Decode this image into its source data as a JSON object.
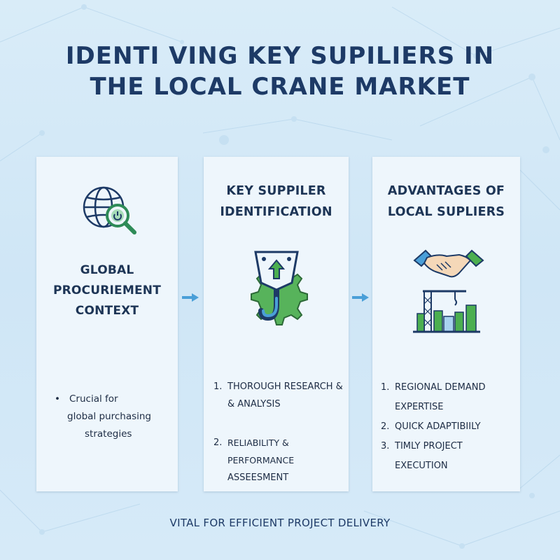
{
  "title": {
    "line1": "IDENTI VING KEY SUPILIERS IN",
    "line2": "THE LOCAL CRANE MARKET"
  },
  "panels": [
    {
      "heading": [
        "GLOBAL",
        "PROCURIEMENT",
        "CONTEXT"
      ],
      "icon": "globe-magnifier-icon",
      "bullets": [
        {
          "marker": "•",
          "lines": [
            "Crucial for",
            "global purchasing",
            "strategies"
          ]
        }
      ]
    },
    {
      "heading": [
        "KEY SUPPILER",
        "IDENTIFICATION"
      ],
      "icon": "crane-hook-gear-icon",
      "bullets": [
        {
          "marker": "1.",
          "lines": [
            "THOROUGH RESEARCH &",
            "& ANALYSIS"
          ]
        },
        {
          "marker": "2.",
          "lines": [
            "RELIABILITY & PERFORMANCE",
            "ASSEESMENT"
          ]
        }
      ]
    },
    {
      "heading": [
        "ADVANTAGES OF",
        "LOCAL SUPLIERS"
      ],
      "icon": "handshake-city-crane-icon",
      "bullets": [
        {
          "marker": "1.",
          "lines": [
            "REGIONAL DEMAND",
            "EXPERTISE"
          ]
        },
        {
          "marker": "2.",
          "lines": [
            "QUICK ADAPTIBIILY"
          ]
        },
        {
          "marker": "3.",
          "lines": [
            "TIMLY PROJECT EXECUTION"
          ]
        }
      ]
    }
  ],
  "footer": "VITAL FOR EFFICIENT PROJECT DELIVERY",
  "colors": {
    "navy": "#1d3a66",
    "green": "#4caf50",
    "blue": "#4a9fd8",
    "panel": "#eef6fc",
    "background": "#d3e8f6"
  }
}
